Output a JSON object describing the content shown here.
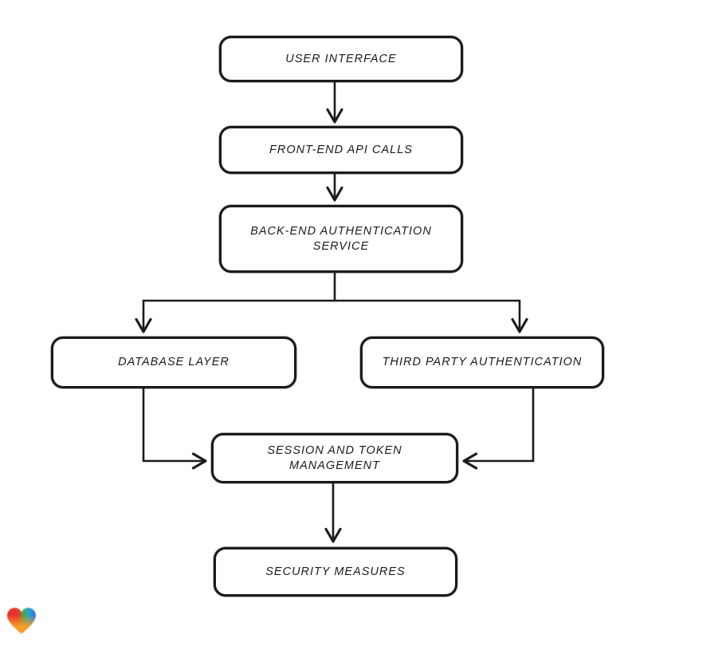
{
  "canvas": {
    "background_color": "#ffffff"
  },
  "diagram": {
    "type": "flowchart",
    "style": "hand-drawn",
    "stroke_color": "#1b1b1b",
    "node_fill_color": "#ffffff",
    "nodes": [
      {
        "id": "user-interface",
        "label": "USER INTERFACE"
      },
      {
        "id": "front-end-api-calls",
        "label": "FRONT-END API CALLS"
      },
      {
        "id": "back-end-authentication-service",
        "label": "BACK-END AUTHENTICATION SERVICE"
      },
      {
        "id": "database-layer",
        "label": "DATABASE LAYER"
      },
      {
        "id": "third-party-authentication",
        "label": "THIRD PARTY AUTHENTICATION"
      },
      {
        "id": "session-and-token-management",
        "label": "SESSION AND TOKEN MANAGEMENT"
      },
      {
        "id": "security-measures",
        "label": "SECURITY MEASURES"
      }
    ],
    "edges": [
      {
        "from": "user-interface",
        "to": "front-end-api-calls"
      },
      {
        "from": "front-end-api-calls",
        "to": "back-end-authentication-service"
      },
      {
        "from": "back-end-authentication-service",
        "to": "database-layer"
      },
      {
        "from": "back-end-authentication-service",
        "to": "third-party-authentication"
      },
      {
        "from": "database-layer",
        "to": "session-and-token-management"
      },
      {
        "from": "third-party-authentication",
        "to": "session-and-token-management"
      },
      {
        "from": "session-and-token-management",
        "to": "security-measures"
      }
    ]
  },
  "branding": {
    "logo": "gradient-heart-logo",
    "logo_colors": {
      "red": "#e0352e",
      "green": "#5ca13c",
      "teal": "#1fa9c9",
      "blue": "#3771d8",
      "orange": "#f69b2e"
    }
  }
}
